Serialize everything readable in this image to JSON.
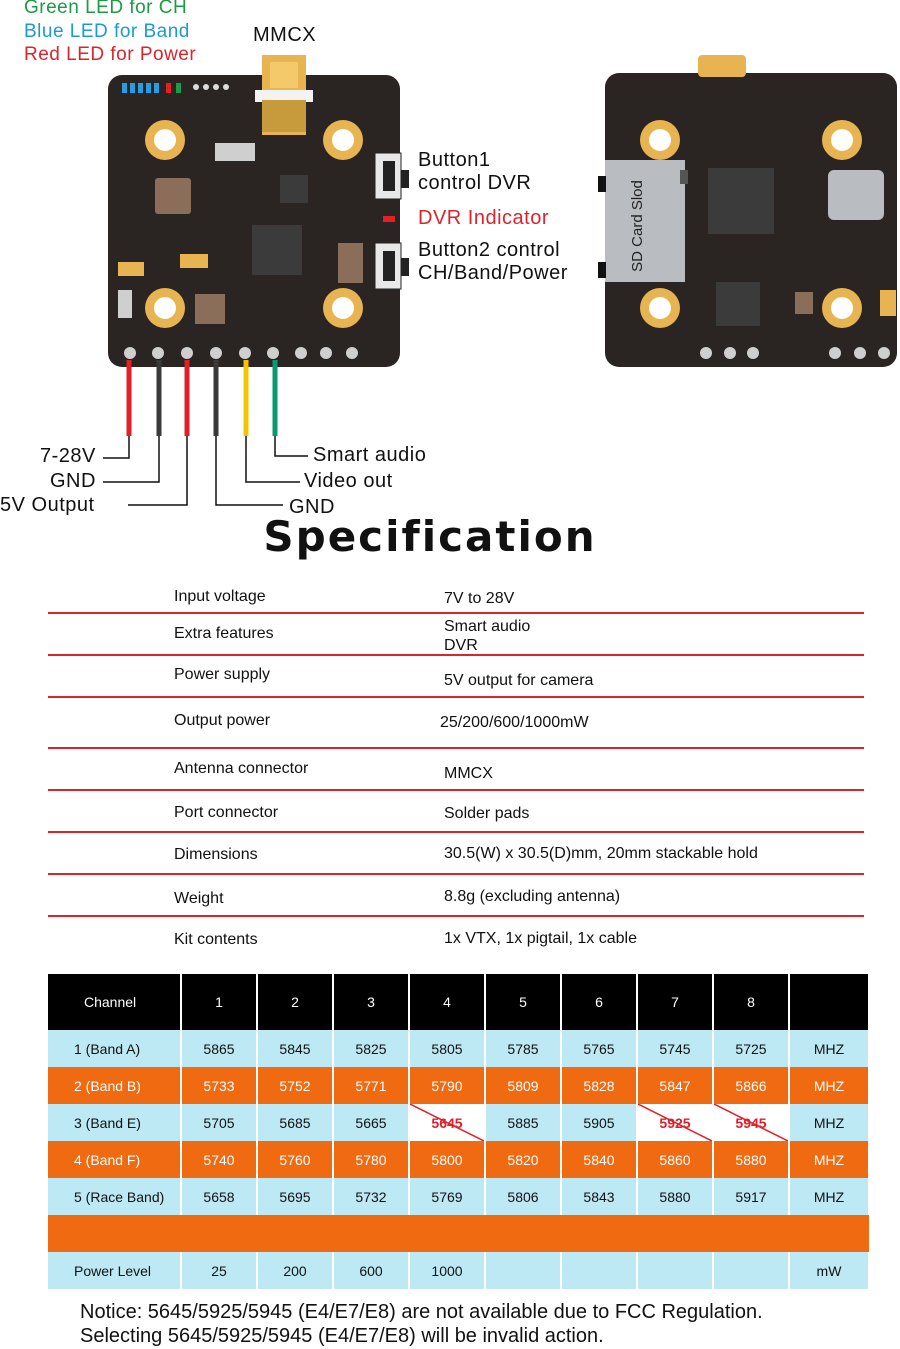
{
  "legend": {
    "green": "Green LED for CH",
    "blue": "Blue LED for Band",
    "red": "Red LED for Power"
  },
  "board_labels": {
    "mmcx": "MMCX",
    "button1": "Button1",
    "button1_desc": "control DVR",
    "dvr_indicator": "DVR Indicator",
    "button2": "Button2 control",
    "button2_desc": "CH/Band/Power",
    "sd_card": "SD Card Slod"
  },
  "wire_labels": {
    "v728": "7-28V",
    "gnd1": "GND",
    "v5out": "5V Output",
    "gnd2": "GND",
    "video_out": "Video out",
    "smart_audio": "Smart audio"
  },
  "colors": {
    "red_wire": "#e41f26",
    "black_wire": "#3a3a3a",
    "yellow_wire": "#f5c400",
    "green_wire": "#0a9a72",
    "pcb": "#2a2422",
    "gold": "#e8b451",
    "accent_red": "#d9252b",
    "orange": "#f06a12",
    "light_blue": "#bde9f5"
  },
  "spec": {
    "title": "Specification",
    "rows": [
      {
        "k": "Input voltage",
        "v": "7V to 28V"
      },
      {
        "k": "Extra features",
        "v": "Smart audio",
        "v2": "DVR"
      },
      {
        "k": "Power supply",
        "v": "5V output for camera"
      },
      {
        "k": "Output power",
        "v": "25/200/600/1000mW"
      },
      {
        "k": "Antenna connector",
        "v": "MMCX"
      },
      {
        "k": "Port connector",
        "v": "Solder pads"
      },
      {
        "k": "Dimensions",
        "v": "30.5(W) x 30.5(D)mm, 20mm stackable hold"
      },
      {
        "k": "Weight",
        "v": "8.8g (excluding antenna)"
      },
      {
        "k": "Kit contents",
        "v": "1x VTX, 1x pigtail, 1x cable"
      }
    ]
  },
  "channels": {
    "header": [
      "Channel",
      "1",
      "2",
      "3",
      "4",
      "5",
      "6",
      "7",
      "8",
      ""
    ],
    "rows": [
      {
        "name": "1 (Band A)",
        "vals": [
          "5865",
          "5845",
          "5825",
          "5805",
          "5785",
          "5765",
          "5745",
          "5725"
        ],
        "unit": "MHZ"
      },
      {
        "name": "2 (Band B)",
        "vals": [
          "5733",
          "5752",
          "5771",
          "5790",
          "5809",
          "5828",
          "5847",
          "5866"
        ],
        "unit": "MHZ"
      },
      {
        "name": "3 (Band E)",
        "vals": [
          "5705",
          "5685",
          "5665",
          "5645",
          "5885",
          "5905",
          "5925",
          "5945"
        ],
        "unit": "MHZ"
      },
      {
        "name": "4 (Band F)",
        "vals": [
          "5740",
          "5760",
          "5780",
          "5800",
          "5820",
          "5840",
          "5860",
          "5880"
        ],
        "unit": "MHZ"
      },
      {
        "name": "5 (Race Band)",
        "vals": [
          "5658",
          "5695",
          "5732",
          "5769",
          "5806",
          "5843",
          "5880",
          "5917"
        ],
        "unit": "MHZ"
      }
    ],
    "power": {
      "name": "Power Level",
      "vals": [
        "25",
        "200",
        "600",
        "1000"
      ],
      "unit": "mW"
    }
  },
  "notice": {
    "line1": "Notice: 5645/5925/5945 (E4/E7/E8) are not available due to FCC Regulation.",
    "line2": "Selecting 5645/5925/5945 (E4/E7/E8) will be invalid action."
  }
}
